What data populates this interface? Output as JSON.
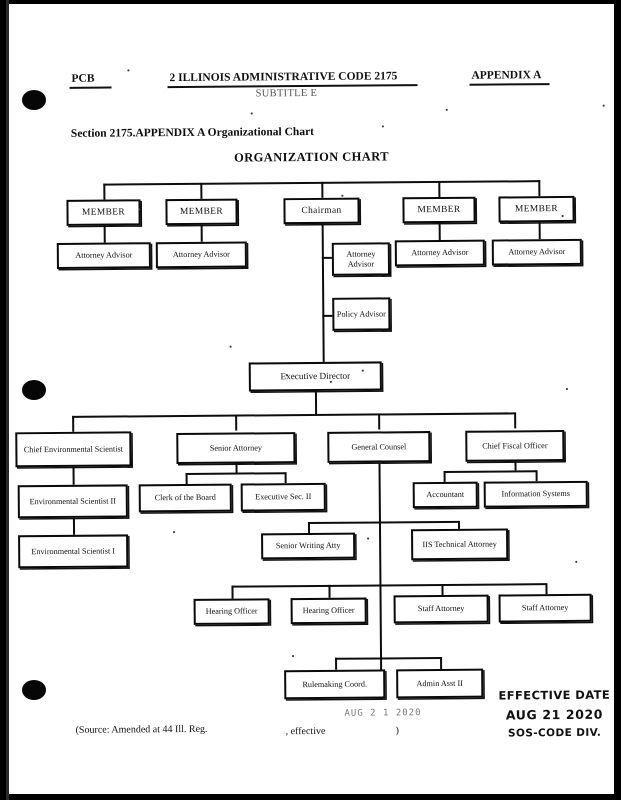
{
  "document": {
    "header": {
      "left": "PCB",
      "center": "2 ILLINOIS ADMINISTRATIVE CODE 2175",
      "right": "APPENDIX A",
      "subtitle": "SUBTITLE E"
    },
    "section_title": "Section 2175.APPENDIX A Organizational Chart",
    "chart_title": "ORGANIZATION CHART",
    "footer": {
      "source_prefix": "(Source:  Amended at 44 Ill. Reg.",
      "effective": ", effective",
      "close_paren": ")",
      "handwritten_date": "AUG 2 1 2020"
    },
    "stamp": {
      "line1": "EFFECTIVE DATE",
      "line2": "AUG 21 2020",
      "line3": "SOS-CODE DIV."
    }
  },
  "chart_data": {
    "type": "diagram",
    "title": "ORGANIZATION CHART",
    "nodes": [
      {
        "id": "member1",
        "label": "MEMBER",
        "level": 1
      },
      {
        "id": "member2",
        "label": "MEMBER",
        "level": 1
      },
      {
        "id": "chairman",
        "label": "Chairman",
        "level": 1
      },
      {
        "id": "member3",
        "label": "MEMBER",
        "level": 1
      },
      {
        "id": "member4",
        "label": "MEMBER",
        "level": 1
      },
      {
        "id": "aa1",
        "label": "Attorney Advisor",
        "level": 2,
        "parent": "member1"
      },
      {
        "id": "aa2",
        "label": "Attorney Advisor",
        "level": 2,
        "parent": "member2"
      },
      {
        "id": "aa3",
        "label": "Attorney Advisor",
        "level": 2,
        "parent": "chairman"
      },
      {
        "id": "aa4",
        "label": "Attorney Advisor",
        "level": 2,
        "parent": "member3"
      },
      {
        "id": "aa5",
        "label": "Attorney Advisor",
        "level": 2,
        "parent": "member4"
      },
      {
        "id": "policy",
        "label": "Policy Advisor",
        "level": 3,
        "parent": "chairman"
      },
      {
        "id": "execdir",
        "label": "Executive Director",
        "level": 4,
        "parent": "chairman"
      },
      {
        "id": "chiefenv",
        "label": "Chief Environmental Scientist",
        "level": 5,
        "parent": "execdir"
      },
      {
        "id": "senatty",
        "label": "Senior Attorney",
        "level": 5,
        "parent": "execdir"
      },
      {
        "id": "gencounsel",
        "label": "General Counsel",
        "level": 5,
        "parent": "execdir"
      },
      {
        "id": "cfo",
        "label": "Chief Fiscal Officer",
        "level": 5,
        "parent": "execdir"
      },
      {
        "id": "envsci2",
        "label": "Environmental Scientist II",
        "level": 6,
        "parent": "chiefenv"
      },
      {
        "id": "clerk",
        "label": "Clerk of the Board",
        "level": 6,
        "parent": "senatty"
      },
      {
        "id": "execsec",
        "label": "Executive Sec. II",
        "level": 6,
        "parent": "senatty"
      },
      {
        "id": "acct",
        "label": "Accountant",
        "level": 6,
        "parent": "cfo"
      },
      {
        "id": "infosys",
        "label": "Information Systems",
        "level": 6,
        "parent": "cfo"
      },
      {
        "id": "envsci1",
        "label": "Environmental Scientist I",
        "level": 7,
        "parent": "envsci2"
      },
      {
        "id": "senwrit",
        "label": "Senior Writing Atty",
        "level": 7,
        "parent": "gencounsel"
      },
      {
        "id": "iistech",
        "label": "IIS Technical Attorney",
        "level": 7,
        "parent": "gencounsel"
      },
      {
        "id": "hear1",
        "label": "Hearing Officer",
        "level": 8,
        "parent": "gencounsel"
      },
      {
        "id": "hear2",
        "label": "Hearing Officer",
        "level": 8,
        "parent": "gencounsel"
      },
      {
        "id": "staff1",
        "label": "Staff Attorney",
        "level": 8,
        "parent": "gencounsel"
      },
      {
        "id": "staff2",
        "label": "Staff Attorney",
        "level": 8,
        "parent": "gencounsel"
      },
      {
        "id": "rulemake",
        "label": "Rulemaking Coord.",
        "level": 9,
        "parent": "gencounsel"
      },
      {
        "id": "adminasst",
        "label": "Admin Asst II",
        "level": 9,
        "parent": "gencounsel"
      }
    ]
  }
}
